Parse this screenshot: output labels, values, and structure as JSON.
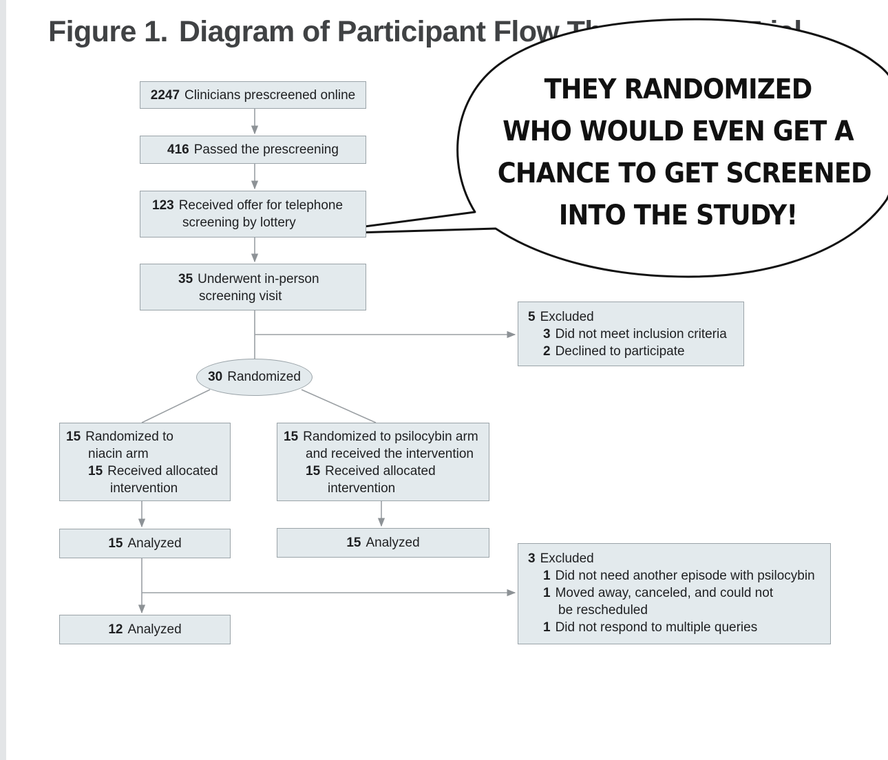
{
  "figure": {
    "number": "Figure 1.",
    "title": "Diagram of Participant Flow Through the Trial"
  },
  "flow": {
    "prescreened": {
      "count": "2247",
      "text": "Clinicians prescreened online"
    },
    "passed": {
      "count": "416",
      "text": "Passed the prescreening"
    },
    "offer": {
      "count": "123",
      "line1": "Received offer for telephone",
      "line2": "screening by lottery"
    },
    "inperson": {
      "count": "35",
      "line1": "Underwent in-person",
      "line2": "screening visit"
    },
    "excluded1": {
      "count": "5",
      "text": "Excluded",
      "items": [
        {
          "count": "3",
          "text": "Did not meet inclusion criteria"
        },
        {
          "count": "2",
          "text": "Declined to participate"
        }
      ]
    },
    "randomized": {
      "count": "30",
      "text": "Randomized"
    },
    "niacin_arm": {
      "count": "15",
      "line1": "Randomized to",
      "line2": "niacin arm",
      "sub_count": "15",
      "sub_line1": "Received allocated",
      "sub_line2": "intervention"
    },
    "psilocybin_arm": {
      "count": "15",
      "line1": "Randomized to psilocybin arm",
      "line2": "and received the intervention",
      "sub_count": "15",
      "sub_line1": "Received allocated",
      "sub_line2": "intervention"
    },
    "niacin_analyzed": {
      "count": "15",
      "text": "Analyzed"
    },
    "psilocybin_analyzed": {
      "count": "15",
      "text": "Analyzed"
    },
    "excluded2": {
      "count": "3",
      "text": "Excluded",
      "items": [
        {
          "count": "1",
          "line1": "Did not need another episode with psilocybin"
        },
        {
          "count": "1",
          "line1": "Moved away, canceled, and could not",
          "line2": "be rescheduled"
        },
        {
          "count": "1",
          "line1": "Did not respond to multiple queries"
        }
      ]
    },
    "final_analyzed": {
      "count": "12",
      "text": "Analyzed"
    }
  },
  "speech_bubble": {
    "lines": [
      "THEY RANDOMIZED",
      "WHO WOULD EVEN GET A",
      "CHANCE TO GET SCREENED",
      "INTO THE STUDY!"
    ]
  },
  "colors": {
    "box_fill": "#e3eaed",
    "box_border": "#9aa3a8",
    "connector": "#9a9fa3",
    "title": "#404244",
    "bubble_outline": "#111111"
  }
}
